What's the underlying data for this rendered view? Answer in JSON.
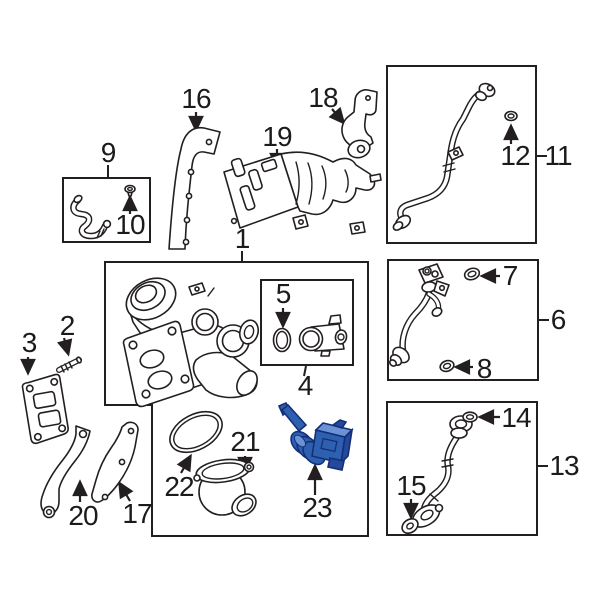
{
  "diagram": {
    "callouts": {
      "c1": "1",
      "c2": "2",
      "c3": "3",
      "c4": "4",
      "c5": "5",
      "c6": "6",
      "c7": "7",
      "c8": "8",
      "c9": "9",
      "c10": "10",
      "c11": "11",
      "c12": "12",
      "c13": "13",
      "c14": "14",
      "c15": "15",
      "c16": "16",
      "c17": "17",
      "c18": "18",
      "c19": "19",
      "c20": "20",
      "c21": "21",
      "c22": "22",
      "c23": "23"
    }
  },
  "colors": {
    "line": "#231f20",
    "background": "#ffffff",
    "highlight_fill": "#2e60b0",
    "highlight_light": "#6b92d4",
    "highlight_mid": "#24489a",
    "highlight_dark": "#142f7a"
  }
}
